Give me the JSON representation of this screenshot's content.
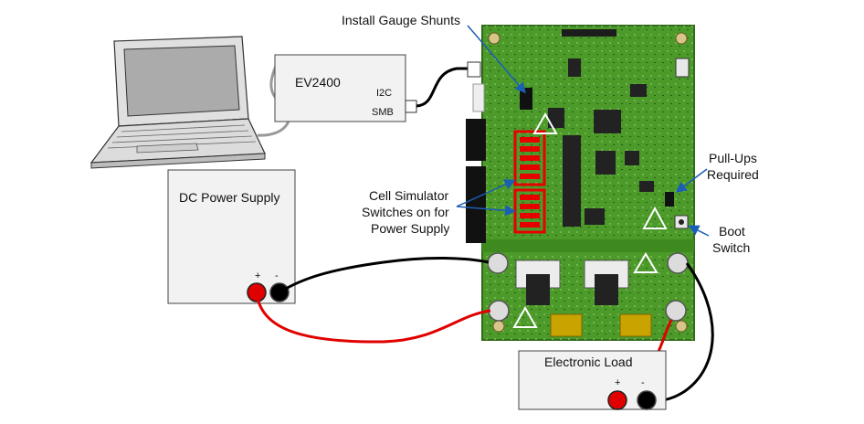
{
  "labels": {
    "install_gauge_shunts": "Install Gauge Shunts",
    "ev2400": "EV2400",
    "i2c": "I2C",
    "smb": "SMB",
    "dc_power_supply": "DC Power Supply",
    "psu_plus": "+",
    "psu_minus": "-",
    "cell_sim_line1": "Cell Simulator",
    "cell_sim_line2": "Switches on for",
    "cell_sim_line3": "Power Supply",
    "pullups_line1": "Pull-Ups",
    "pullups_line2": "Required",
    "boot_line1": "Boot",
    "boot_line2": "Switch",
    "electronic_load": "Electronic Load",
    "load_plus": "+",
    "load_minus": "-"
  },
  "colors": {
    "pcb_green": "#4c9a2a",
    "pcb_dark": "#2f6b19",
    "red_wire": "#e00000",
    "black_wire": "#000000",
    "callout_blue": "#1a5fb4",
    "highlight_red": "#e60000",
    "box_fill": "#f2f2f2",
    "box_stroke": "#444444"
  },
  "icons": [
    "laptop-icon",
    "warning-triangle-icon"
  ]
}
